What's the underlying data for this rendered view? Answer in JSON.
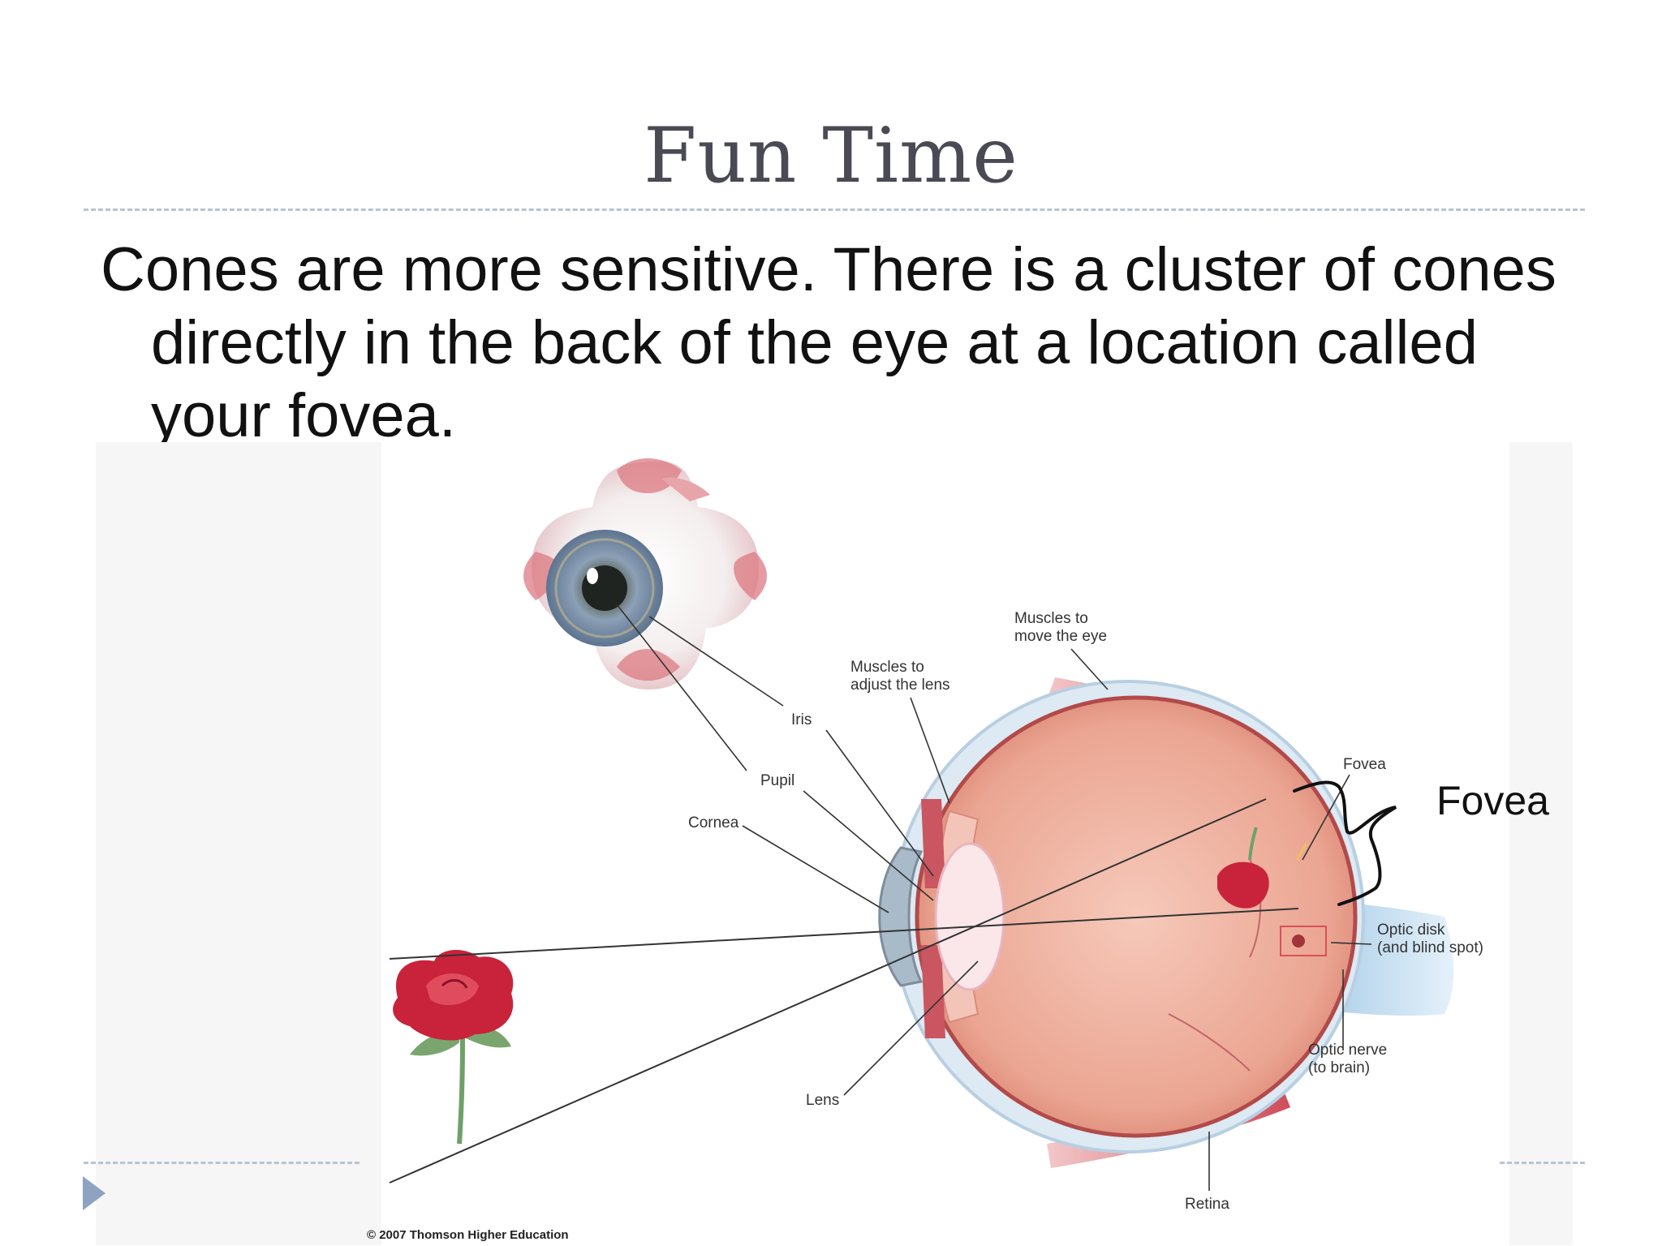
{
  "slide": {
    "title": "Fun Time",
    "body_line_1": "Cones are more sensitive.  There is a cluster of cones",
    "body_line_2": "directly in the back of the eye at a location called",
    "body_line_3": "your fovea."
  },
  "diagram": {
    "labels": {
      "muscles_move_1": "Muscles to",
      "muscles_move_2": "move the eye",
      "muscles_lens_1": "Muscles to",
      "muscles_lens_2": "adjust the lens",
      "iris": "Iris",
      "pupil": "Pupil",
      "cornea": "Cornea",
      "fovea_small": "Fovea",
      "optic_disk_1": "Optic disk",
      "optic_disk_2": "(and blind spot)",
      "optic_nerve_1": "Optic nerve",
      "optic_nerve_2": "(to brain)",
      "lens": "Lens",
      "retina": "Retina"
    },
    "annotation": "Fovea",
    "copyright": "© 2007 Thomson Higher Education"
  },
  "colors": {
    "title": "#4a4a55",
    "rule": "#b7c4d3",
    "bullet": "#8ea3c1",
    "eye_interior": "#f1b8a8",
    "muscle": "#d9616b",
    "rose": "#c8233a",
    "iris": "#7e93aa"
  }
}
